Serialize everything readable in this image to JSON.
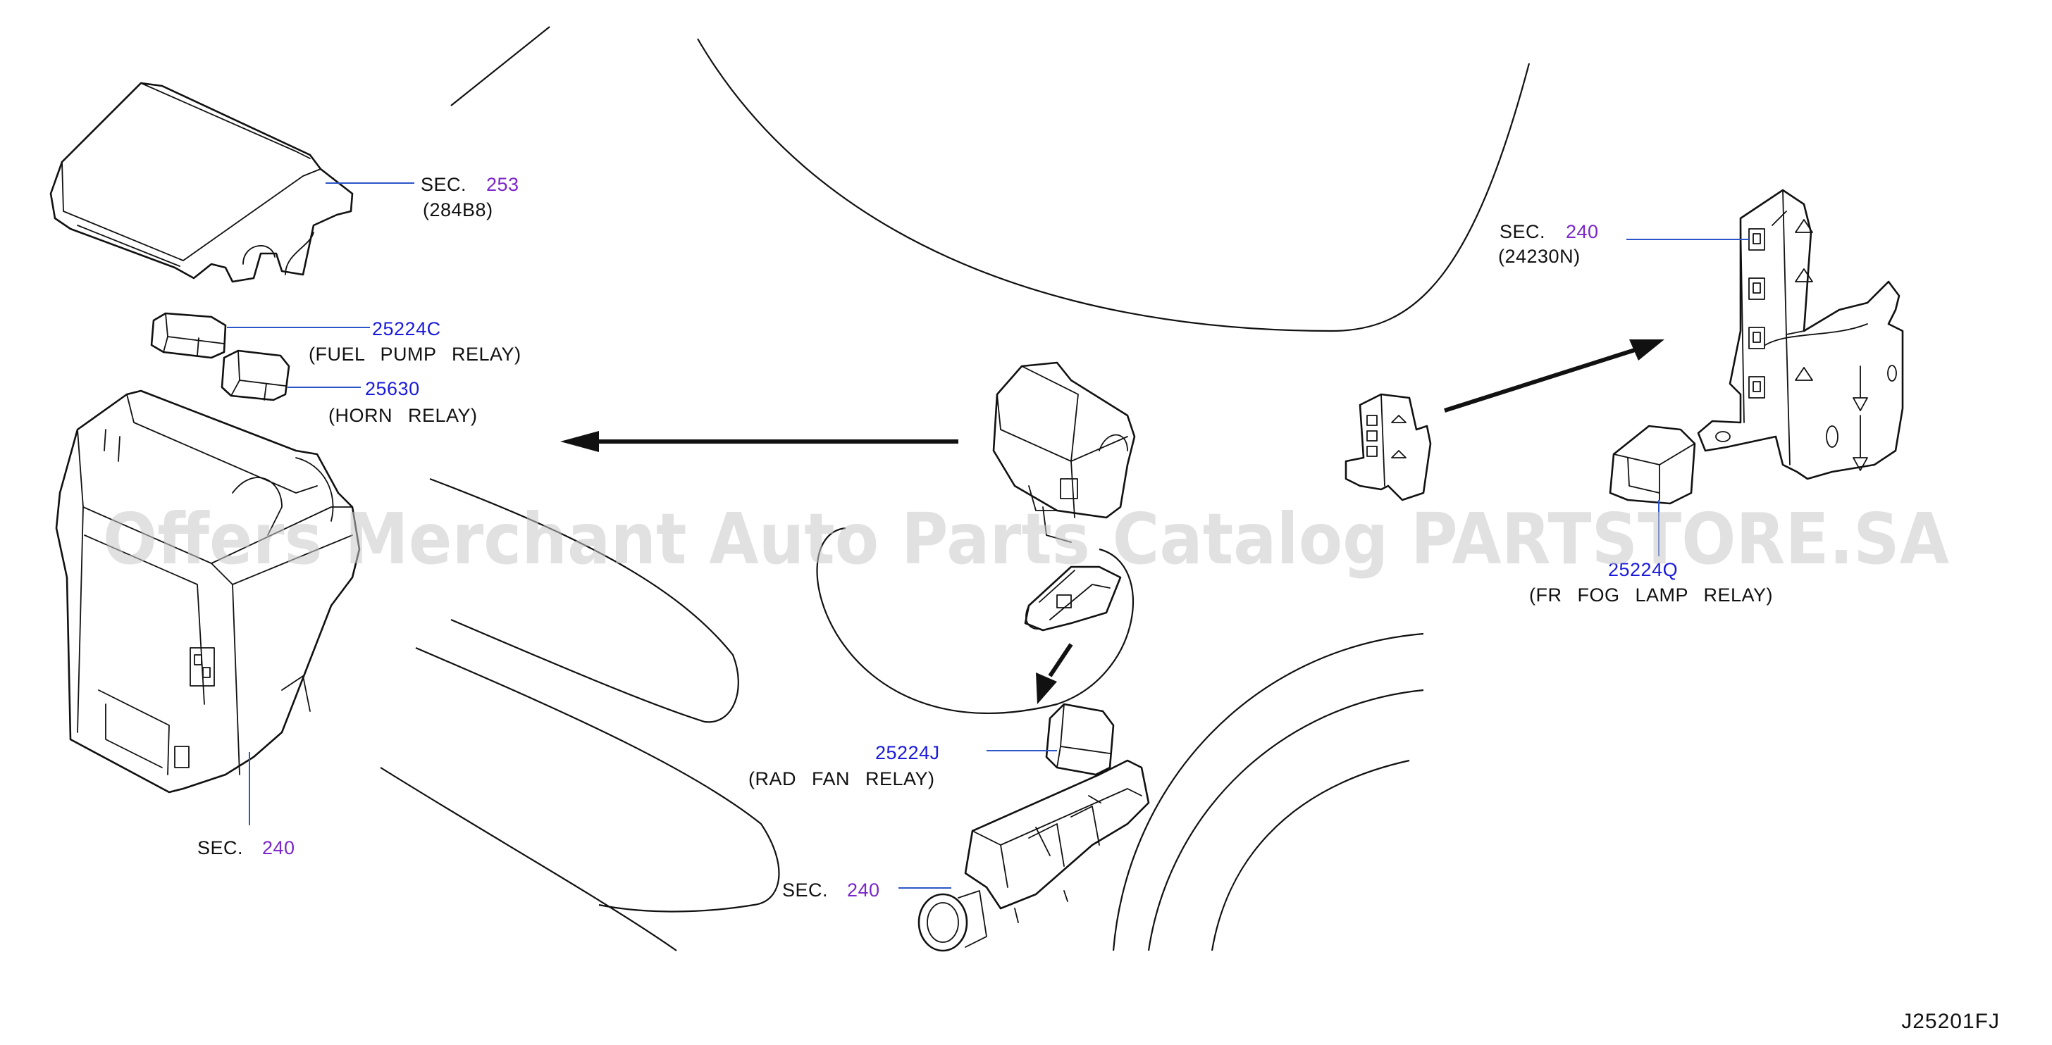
{
  "callouts": {
    "sec253": {
      "prefix": "SEC.",
      "ref": "253",
      "sub": "(284B8)"
    },
    "fuel_pump": {
      "number": "25224C",
      "desc": "(FUEL PUMP RELAY)"
    },
    "horn": {
      "number": "25630",
      "desc": "(HORN RELAY)"
    },
    "sec240_left": {
      "prefix": "SEC.",
      "ref": "240"
    },
    "sec240_right": {
      "prefix": "SEC.",
      "ref": "240",
      "sub": "(24230N)"
    },
    "fog": {
      "number": "25224Q",
      "desc": "(FR FOG LAMP RELAY)"
    },
    "rad_fan": {
      "number": "25224J",
      "desc": "(RAD FAN RELAY)"
    },
    "sec240_bottom": {
      "prefix": "SEC.",
      "ref": "240"
    }
  },
  "watermark": "Offers Merchant Auto Parts Catalog PARTSTORE.SA",
  "diagram_code": "J25201FJ",
  "colors": {
    "part_number": "#1a1adb",
    "section_ref": "#7a26c9",
    "leader": "#2b55c8",
    "watermark": "#c8c8c8"
  }
}
